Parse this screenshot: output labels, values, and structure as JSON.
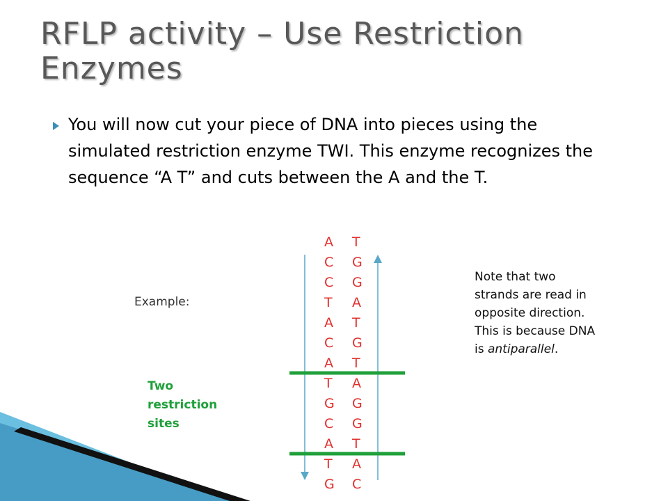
{
  "slide": {
    "title": "RFLP activity – Use Restriction Enzymes",
    "bullet": "You will now cut your piece of DNA into pieces using the simulated restriction enzyme TWI.  This enzyme recognizes the sequence “A T” and cuts between the A and the T.",
    "example_label": "Example:",
    "sites_label": "Two restriction sites",
    "note_text": "Note that two strands are read in opposite direction. This is because DNA is ",
    "note_emph": "antiparallel",
    "note_end": "."
  },
  "sequence": {
    "rows": [
      {
        "left": "A",
        "right": "T"
      },
      {
        "left": "C",
        "right": "G"
      },
      {
        "left": "C",
        "right": "G"
      },
      {
        "left": "T",
        "right": "A"
      },
      {
        "left": "A",
        "right": "T"
      },
      {
        "left": "C",
        "right": "G"
      },
      {
        "left": "A",
        "right": "T"
      },
      {
        "left": "T",
        "right": "A"
      },
      {
        "left": "G",
        "right": "G"
      },
      {
        "left": "C",
        "right": "G"
      },
      {
        "left": "A",
        "right": "T"
      },
      {
        "left": "T",
        "right": "A"
      },
      {
        "left": "G",
        "right": "C"
      }
    ]
  },
  "colors": {
    "title": "#585858",
    "bullet_marker": "#3a8fb7",
    "sequence": "#e0302e",
    "cut_line": "#1fa03a",
    "arrow": "#5aa8c8",
    "decor_dark": "#111111",
    "decor_light": "#6bbfe0"
  },
  "icons": {
    "bullet": "triangle-bullet-icon",
    "arrow_down": "arrow-down-icon",
    "arrow_up": "arrow-up-icon"
  }
}
